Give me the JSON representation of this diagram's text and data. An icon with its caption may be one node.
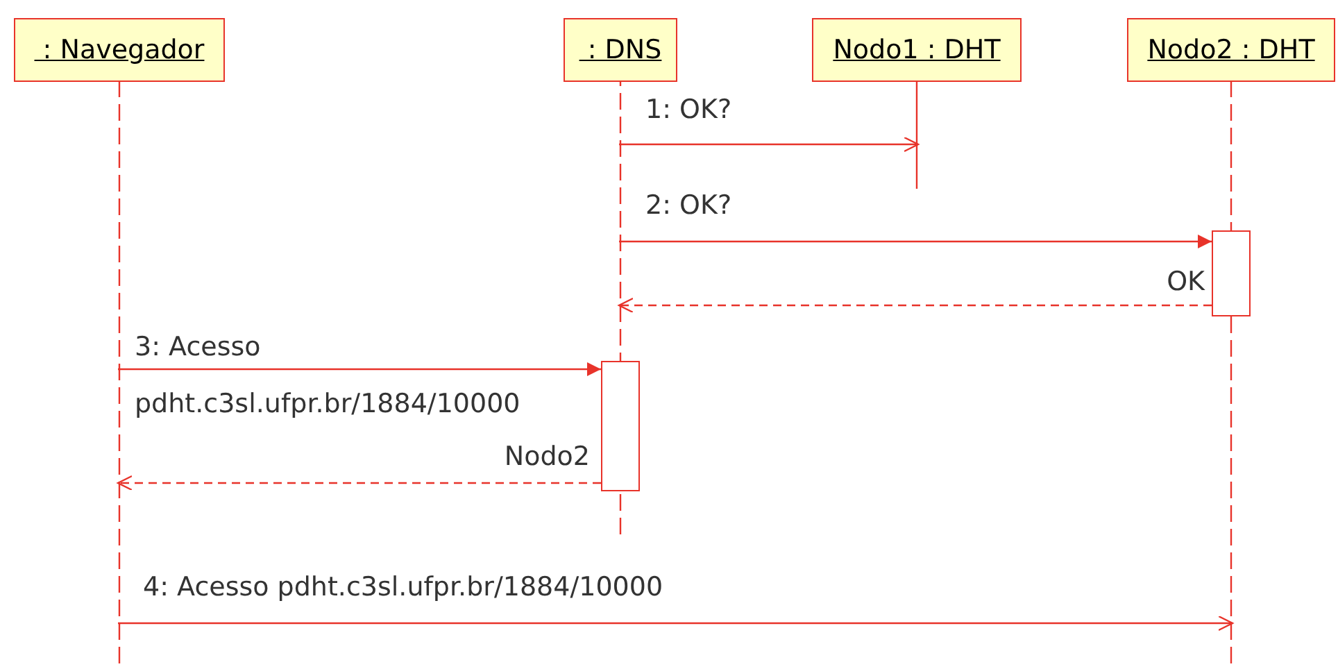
{
  "diagram": {
    "nodes": [
      {
        "text": [
          " : Navegador"
        ]
      },
      {
        "text": [
          " : DNS"
        ]
      },
      {
        "text": [
          "Nodo1 : DHT"
        ]
      },
      {
        "text": [
          "Nodo2 : DHT"
        ]
      },
      {
        "text": [],
        "shape": "bar",
        "in": 3
      },
      {
        "text": [],
        "shape": "bar",
        "in": 1
      }
    ],
    "edges": [
      {
        "from": 1,
        "to": 2,
        "arrow": "to",
        "label": "1: OK?"
      },
      {
        "from": 1,
        "to": 4,
        "arrow": "to",
        "label": "2: OK?"
      },
      {
        "from": 4,
        "to": 1,
        "arrow": "to",
        "label": "OK",
        "style": "dashed"
      },
      {
        "from": 0,
        "to": 5,
        "arrow": "to",
        "label": "3: Acesso pdht.c3sl.ufpr.br/1884/10000"
      },
      {
        "from": 5,
        "to": 0,
        "arrow": "to",
        "label": "Nodo2",
        "style": "dashed"
      },
      {
        "from": 0,
        "to": 3,
        "arrow": "to",
        "label": "4: Acesso pdht.c3sl.ufpr.br/1884/10000"
      }
    ]
  }
}
